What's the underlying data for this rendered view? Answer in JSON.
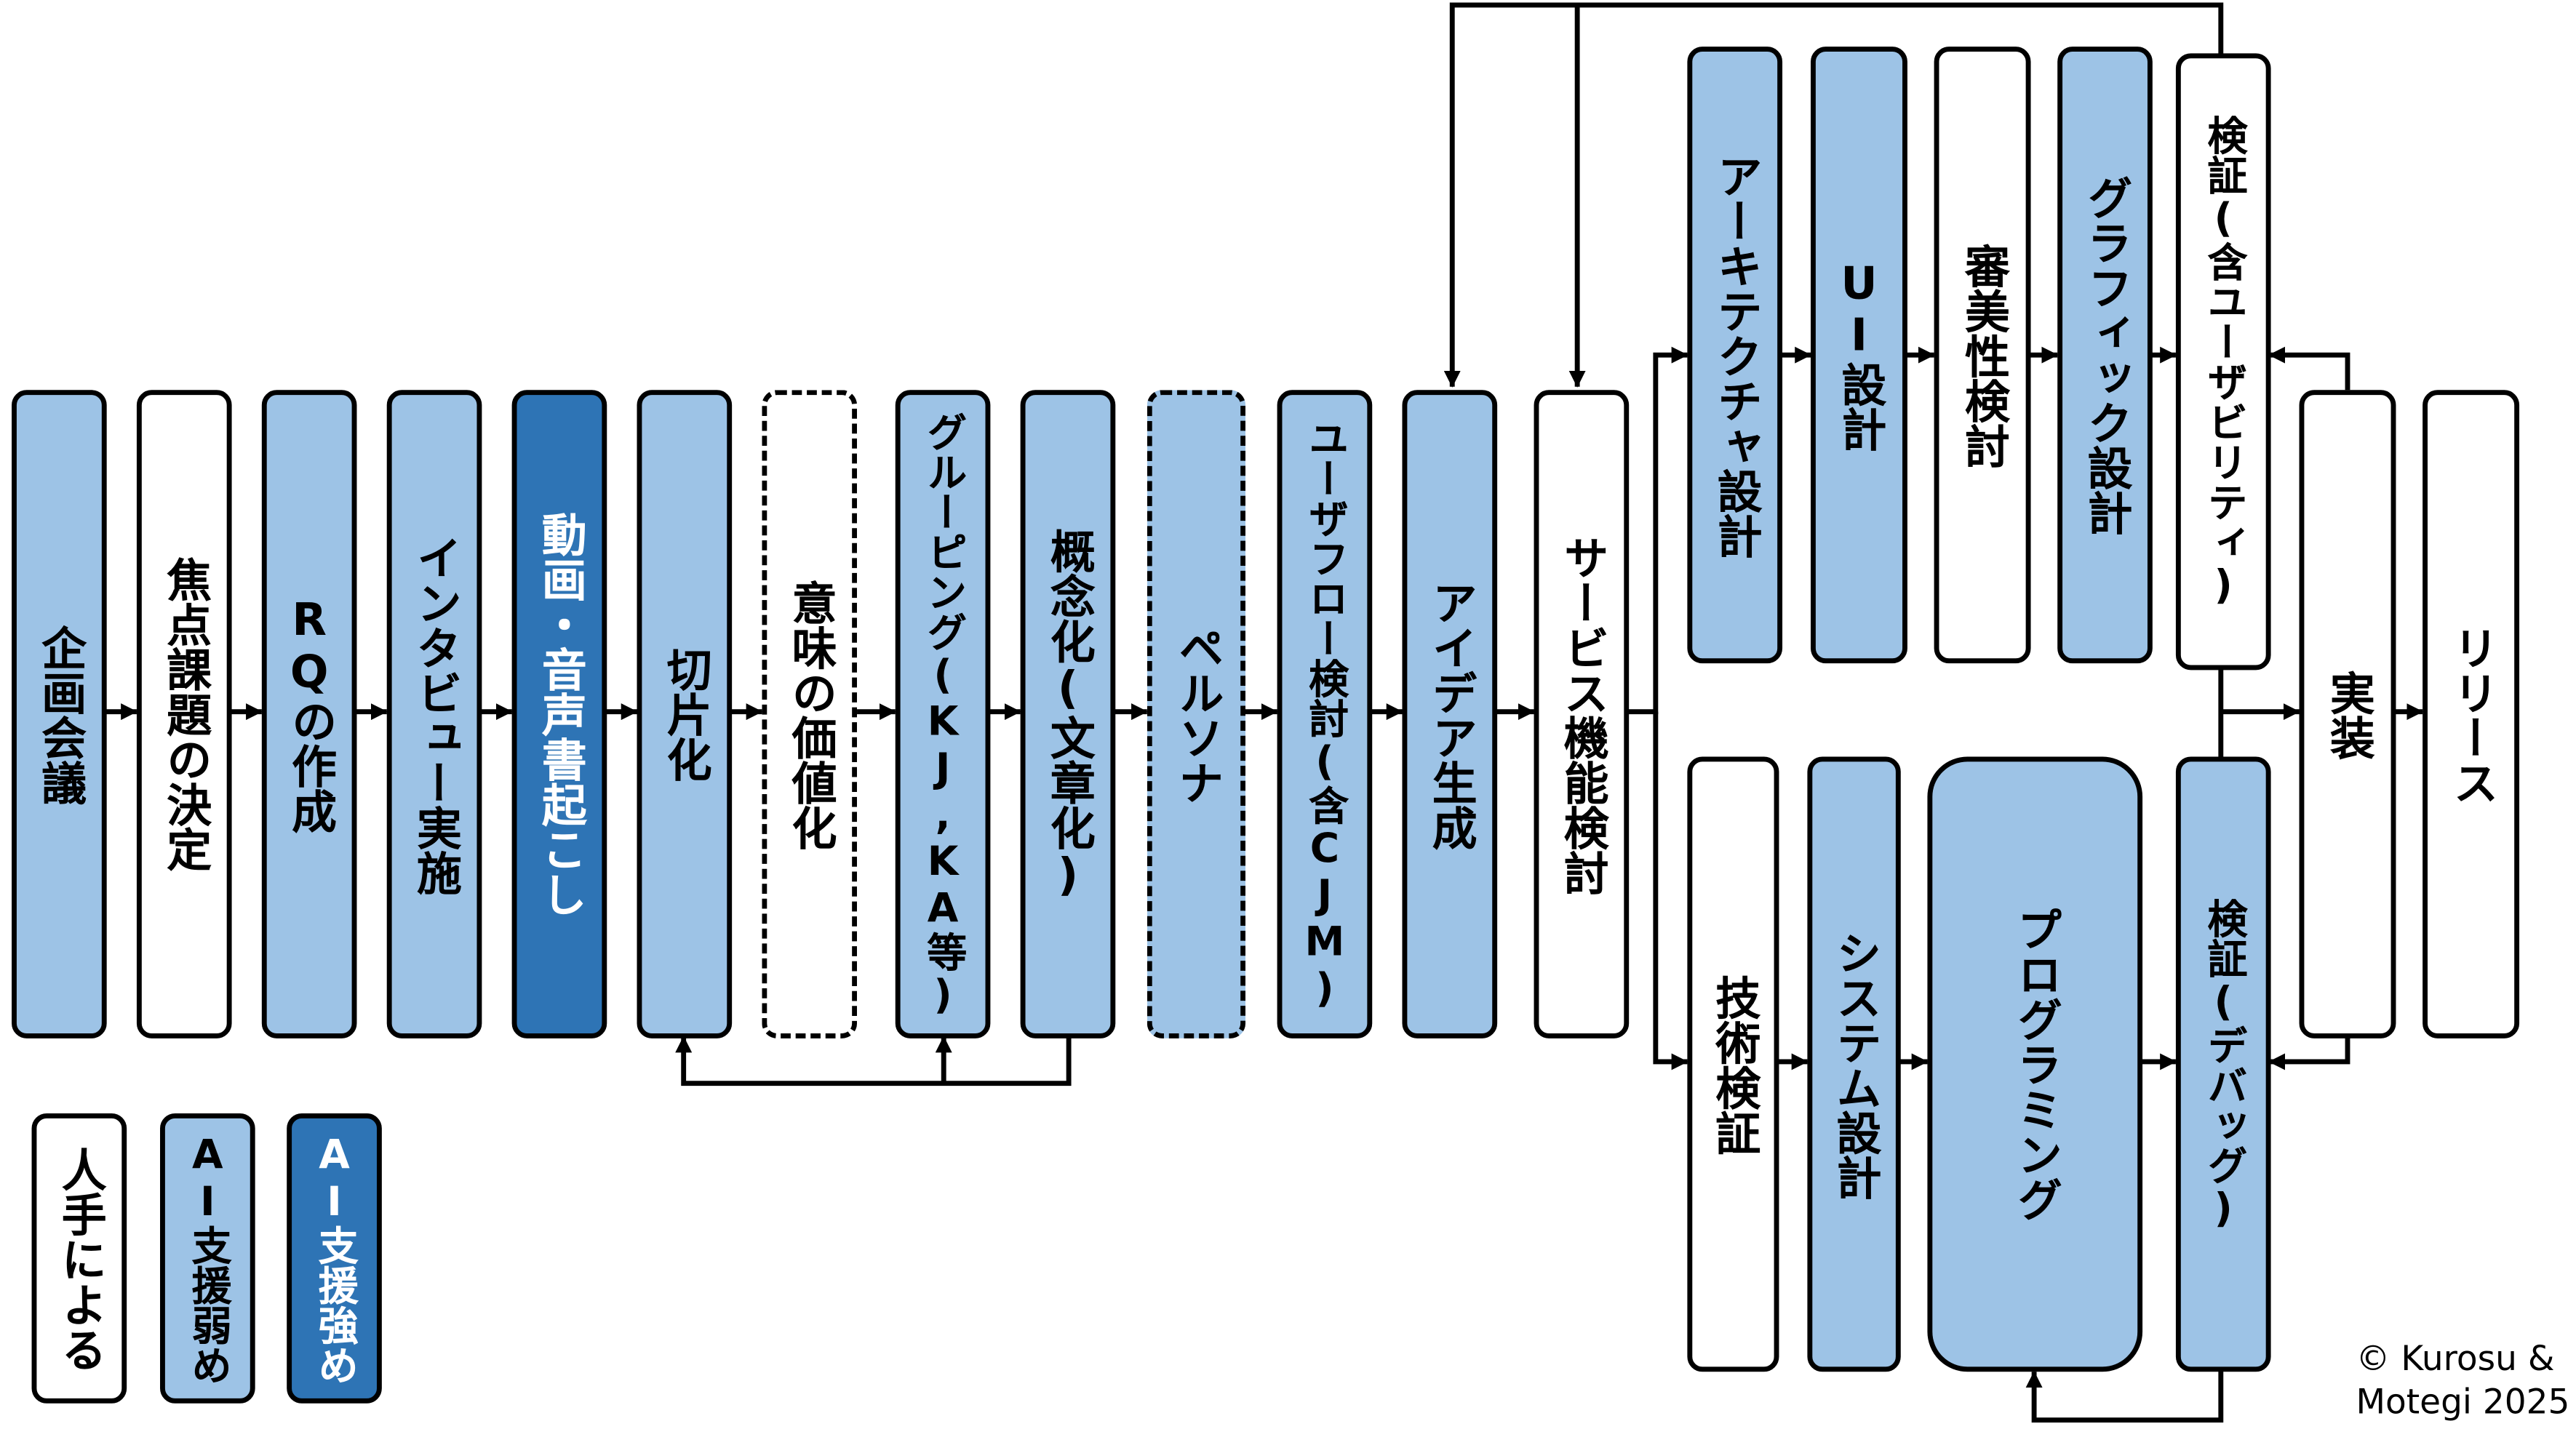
{
  "nodes": {
    "kikaku": "企画会議",
    "shoten": "焦点課題の決定",
    "rq": "RQの作成",
    "interview": "インタビュー実施",
    "mojiokoshi": "動画・音声書起こし",
    "kirikata": "切片化",
    "imi": "意味の価値化",
    "grouping": "グルーピング(KJ,KA等)",
    "gainen": "概念化(文章化)",
    "persona": "ペルソナ",
    "userflow": "ユーザフロー検討(含CJM)",
    "idea": "アイデア生成",
    "service": "サービス機能検討",
    "architecture": "アーキテクチャ設計",
    "ui": "UI設計",
    "shinbi": "審美性検討",
    "graphic": "グラフィック設計",
    "kensho_usability": "検証(含ユーザビリティ)",
    "gijutsu": "技術検証",
    "system": "システム設計",
    "programming": "プログラミング",
    "kensho_debug": "検証(デバッグ)",
    "jisso": "実装",
    "release": "リリース"
  },
  "legend": {
    "human": "人手による",
    "ai_weak": "AI支援弱め",
    "ai_strong": "AI支援強め"
  },
  "copyright": {
    "line1": "© Kurosu &",
    "line2": "Motegi 2025"
  },
  "colors": {
    "human": "#ffffff",
    "ai_weak": "#9dc3e6",
    "ai_strong": "#2e74b5",
    "line": "#000000"
  }
}
